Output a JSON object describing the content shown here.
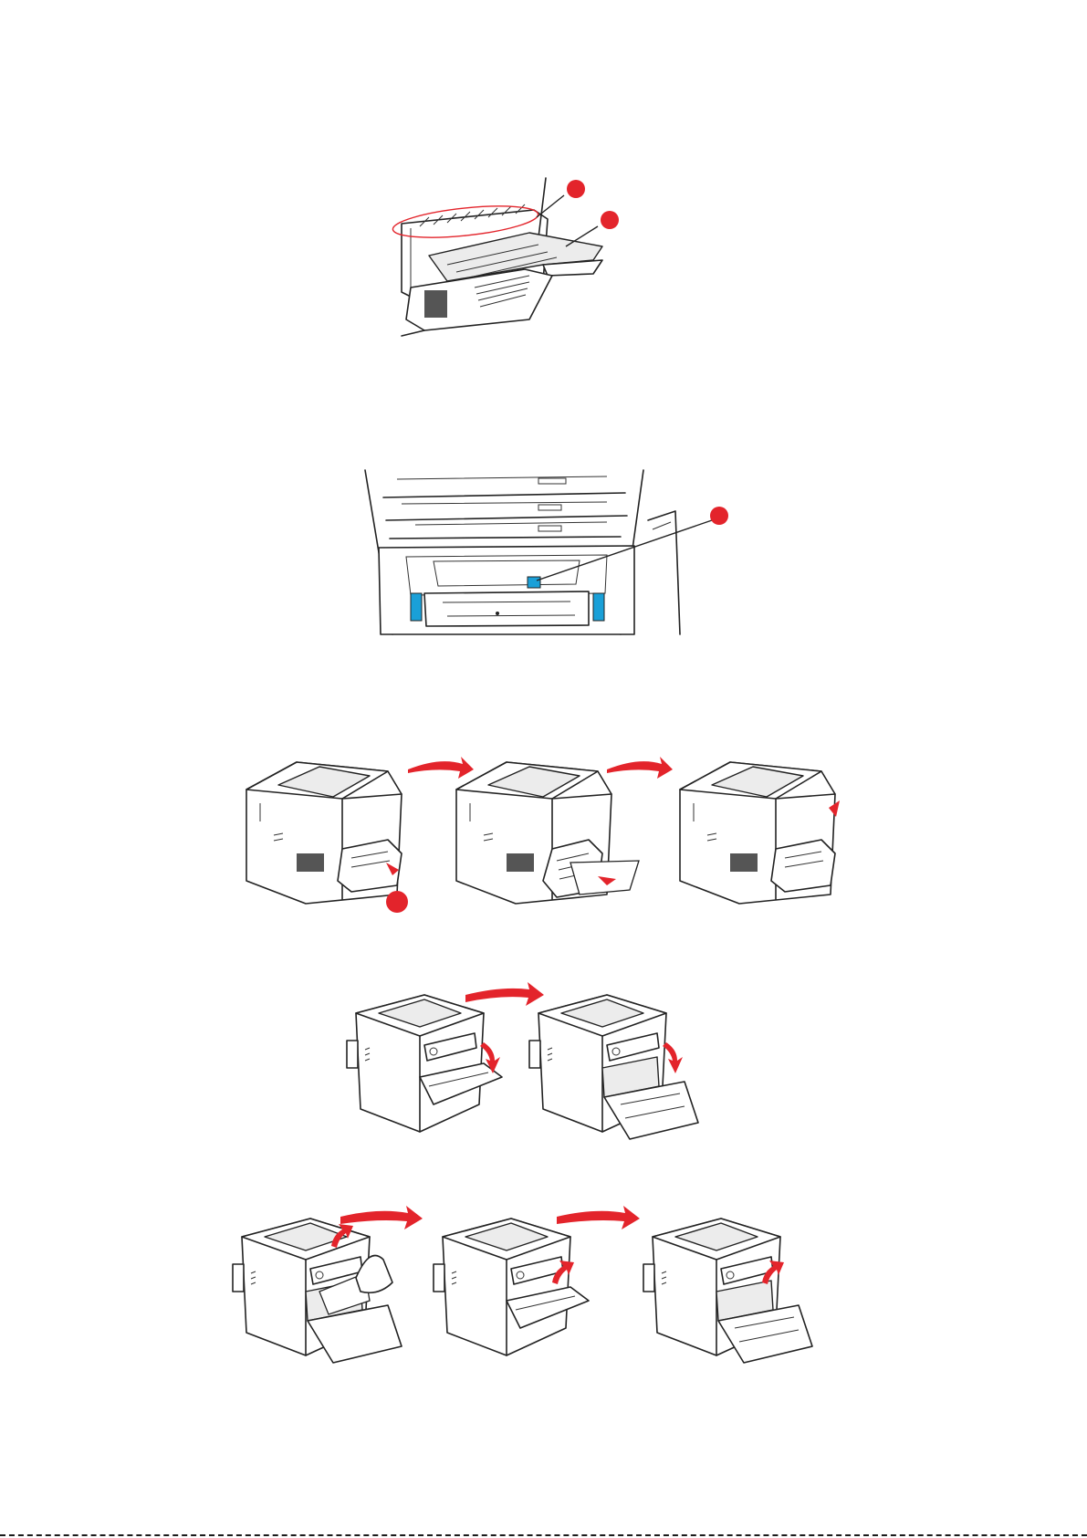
{
  "palette": {
    "callout": "#e3242b",
    "arrow": "#e3242b",
    "highlight_blue": "#1aa0d8",
    "line": "#222222",
    "paper": "#ffffff"
  },
  "figures": [
    {
      "id": "fig1",
      "subject": "rear-exit-paper-chute-detail",
      "callouts": 2
    },
    {
      "id": "fig2",
      "subject": "open-top-cover-fuser-area",
      "callouts": 1
    },
    {
      "id": "fig3",
      "subject": "rear-duplex-unit-removal-sequence",
      "steps": 3,
      "callouts": 1
    },
    {
      "id": "fig4",
      "subject": "front-cover-opening-sequence",
      "steps": 2
    },
    {
      "id": "fig5",
      "subject": "front-paper-removal-and-closing-sequence",
      "steps": 3
    }
  ]
}
